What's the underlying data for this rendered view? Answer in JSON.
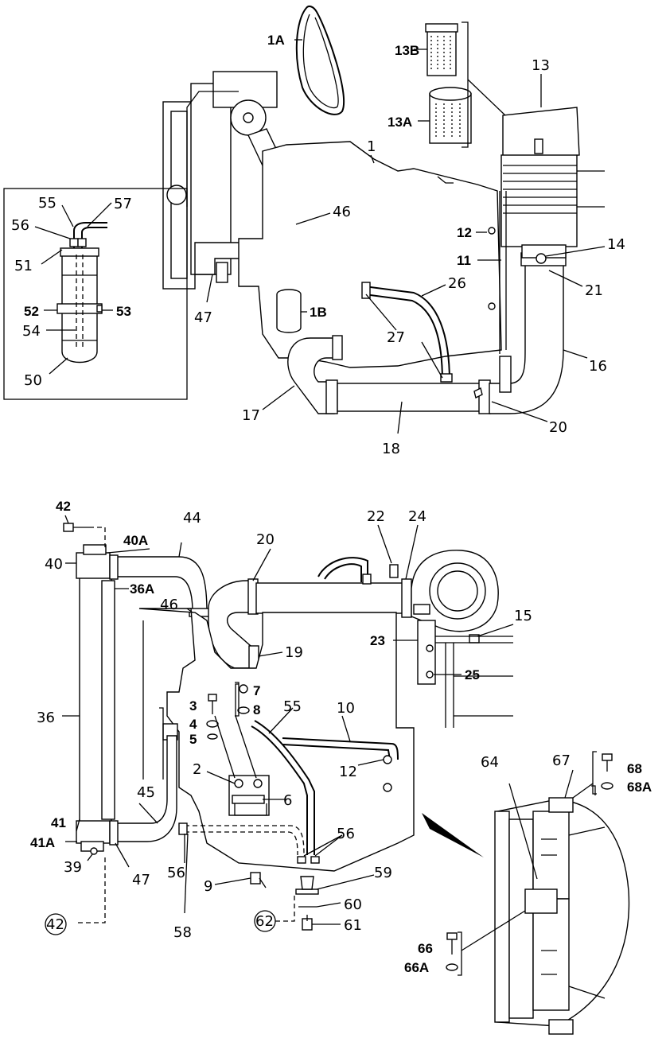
{
  "diagram": {
    "labels": {
      "p1A": "1A",
      "p13B": "13B",
      "p13": "13",
      "p13A": "13A",
      "p1": "1",
      "p55a": "55",
      "p57": "57",
      "p56a": "56",
      "p51": "51",
      "p46a": "46",
      "p12a": "12",
      "p14": "14",
      "p11": "11",
      "p52": "52",
      "p53": "53",
      "p54": "54",
      "p21": "21",
      "p26": "26",
      "p1B": "1B",
      "p47a": "47",
      "p27": "27",
      "p16": "16",
      "p50": "50",
      "p17": "17",
      "p20a": "20",
      "p18": "18",
      "p42a": "42",
      "p44": "44",
      "p40A": "40A",
      "p40": "40",
      "p22": "22",
      "p24": "24",
      "p20b": "20",
      "p36A": "36A",
      "p46b": "46",
      "p15": "15",
      "p23": "23",
      "p19": "19",
      "p25": "25",
      "p7": "7",
      "p8": "8",
      "p3": "3",
      "p55b": "55",
      "p10": "10",
      "p36": "36",
      "p4": "4",
      "p5": "5",
      "p12b": "12",
      "p2": "2",
      "p6": "6",
      "p45": "45",
      "p64": "64",
      "p67": "67",
      "p68": "68",
      "p68A": "68A",
      "p41": "41",
      "p56b": "56",
      "p41A": "41A",
      "p47b": "47",
      "p56c": "56",
      "p59": "59",
      "p39": "39",
      "p9": "9",
      "p60": "60",
      "p62": "62",
      "p61": "61",
      "p58": "58",
      "p42b": "42",
      "p66": "66",
      "p66A": "66A"
    }
  }
}
